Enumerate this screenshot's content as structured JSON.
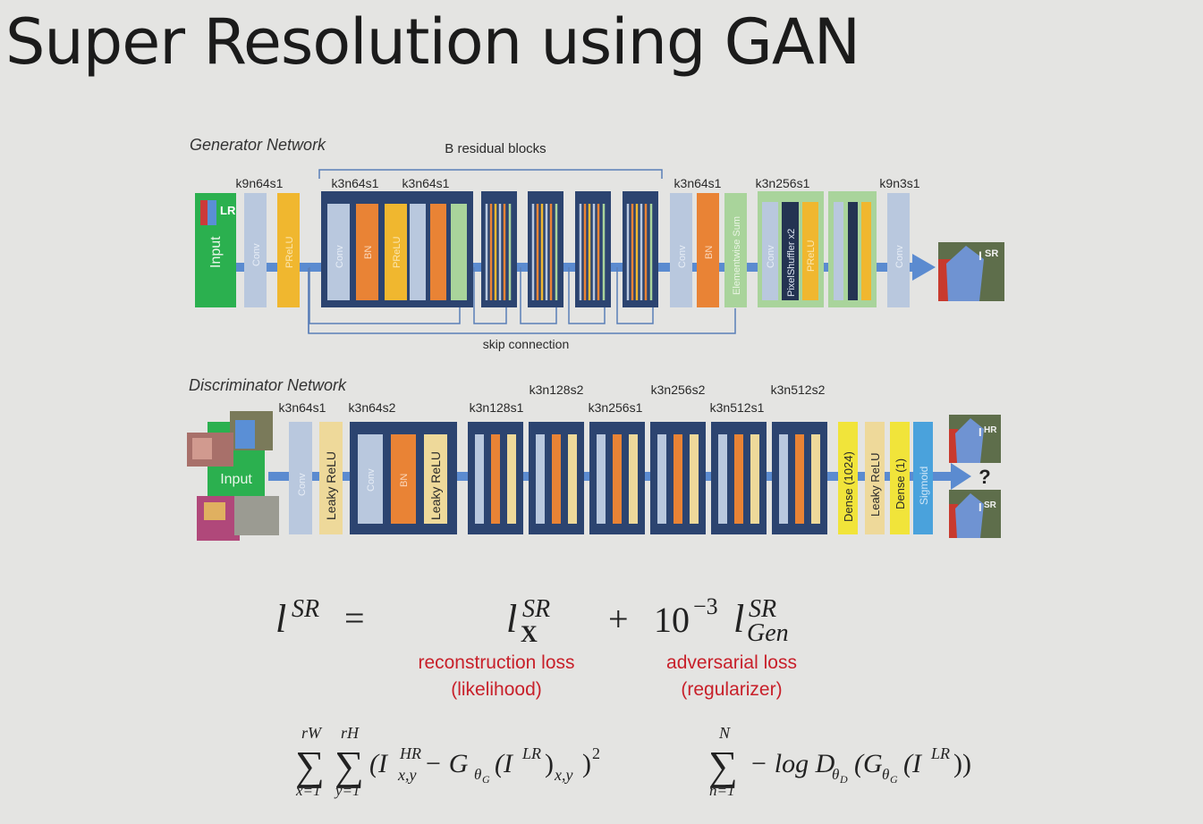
{
  "title": "Super Resolution using GAN",
  "generator": {
    "heading": "Generator Network",
    "residual_label": "B residual blocks",
    "skip_label": "skip connection",
    "input_label": "Input",
    "lr_label": "LR",
    "output_label": "SR",
    "kernel_labels": {
      "k1": "k9n64s1",
      "k2": "k3n64s1",
      "k3": "k3n64s1",
      "k4": "k3n64s1",
      "k5": "k3n256s1",
      "k6": "k9n3s1"
    },
    "layers": {
      "conv": "Conv",
      "prelu": "PReLU",
      "bn": "BN",
      "elem_sum": "Elementwise Sum",
      "pixel_shuffler": "PixelShuffler x2"
    }
  },
  "discriminator": {
    "heading": "Discriminator Network",
    "input_label": "Input",
    "hr_label": "HR",
    "sr_label": "SR",
    "question": "?",
    "kernel_labels": {
      "d1": "k3n64s1",
      "d2": "k3n64s2",
      "d3": "k3n128s1",
      "d4": "k3n128s2",
      "d5": "k3n256s1",
      "d6": "k3n256s2",
      "d7": "k3n512s1",
      "d8": "k3n512s2"
    },
    "layers": {
      "conv": "Conv",
      "leaky": "Leaky ReLU",
      "bn": "BN",
      "dense1024": "Dense (1024)",
      "dense1": "Dense (1)",
      "sigmoid": "Sigmoid"
    }
  },
  "loss": {
    "lhs": "l",
    "lhs_sup": "SR",
    "equals": "=",
    "term1": "l",
    "term1_sup": "SR",
    "term1_sub": "X",
    "plus": "+",
    "coef": "10",
    "coef_exp": "−3",
    "term2": "l",
    "term2_sup": "SR",
    "term2_sub": "Gen",
    "recon_line1": "reconstruction loss",
    "recon_line2": "(likelihood)",
    "adv_line1": "adversarial loss",
    "adv_line2": "(regularizer)"
  },
  "formulas": {
    "sum_x_top": "rW",
    "sum_x_bottom": "x=1",
    "sum_y_top": "rH",
    "sum_y_bottom": "y=1",
    "sigma": "∑",
    "mse_body": "(I",
    "mse_sup": "HR",
    "mse_sub": "x,y",
    "mse_mid": " − G",
    "mse_theta": "θ",
    "mse_g": "G",
    "mse_inner": "(I",
    "mse_lr": "LR",
    "mse_close": ")",
    "mse_tail_sub": "x,y",
    "mse_end": ")",
    "mse_sq": "2",
    "adv_top": "N",
    "adv_bottom": "n=1",
    "adv_body": "− log D",
    "adv_theta": "θ",
    "adv_d": "D",
    "adv_mid": "(G",
    "adv_theta2": "θ",
    "adv_g": "G",
    "adv_inner": "(I",
    "adv_lr": "LR",
    "adv_end": "))"
  },
  "colors": {
    "conv": "#b9c8de",
    "prelu": "#f0b72f",
    "bn": "#e98335",
    "elem_sum": "#a9d49b",
    "pixel": "#243352",
    "block_border": "#2c4470",
    "input_green": "#2bb04f",
    "dense": "#f1e43a",
    "leaky": "#eed99a",
    "sigmoid": "#4aa2dc",
    "arrow": "#5b8bd0",
    "red": "#c8202a"
  }
}
